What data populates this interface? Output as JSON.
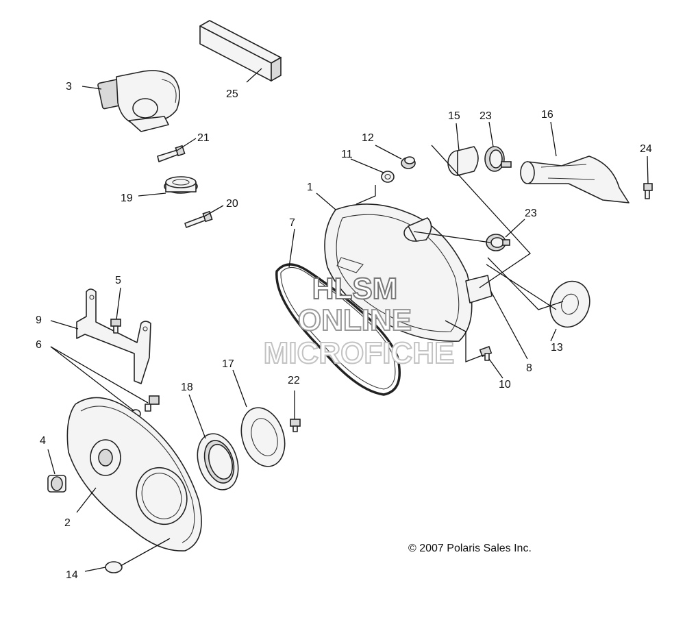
{
  "callouts": {
    "c1": "1",
    "c2": "2",
    "c3": "3",
    "c4": "4",
    "c5": "5",
    "c6": "6",
    "c7": "7",
    "c8": "8",
    "c9": "9",
    "c10": "10",
    "c11": "11",
    "c12": "12",
    "c13": "13",
    "c14": "14",
    "c15": "15",
    "c16": "16",
    "c17": "17",
    "c18": "18",
    "c19": "19",
    "c20": "20",
    "c21": "21",
    "c22": "22",
    "c23a": "23",
    "c23b": "23",
    "c24": "24",
    "c25": "25"
  },
  "watermark": {
    "line1": "HLSM",
    "line2": "ONLINE",
    "line3": "MICROFICHE"
  },
  "copyright": "© 2007 Polaris Sales Inc."
}
